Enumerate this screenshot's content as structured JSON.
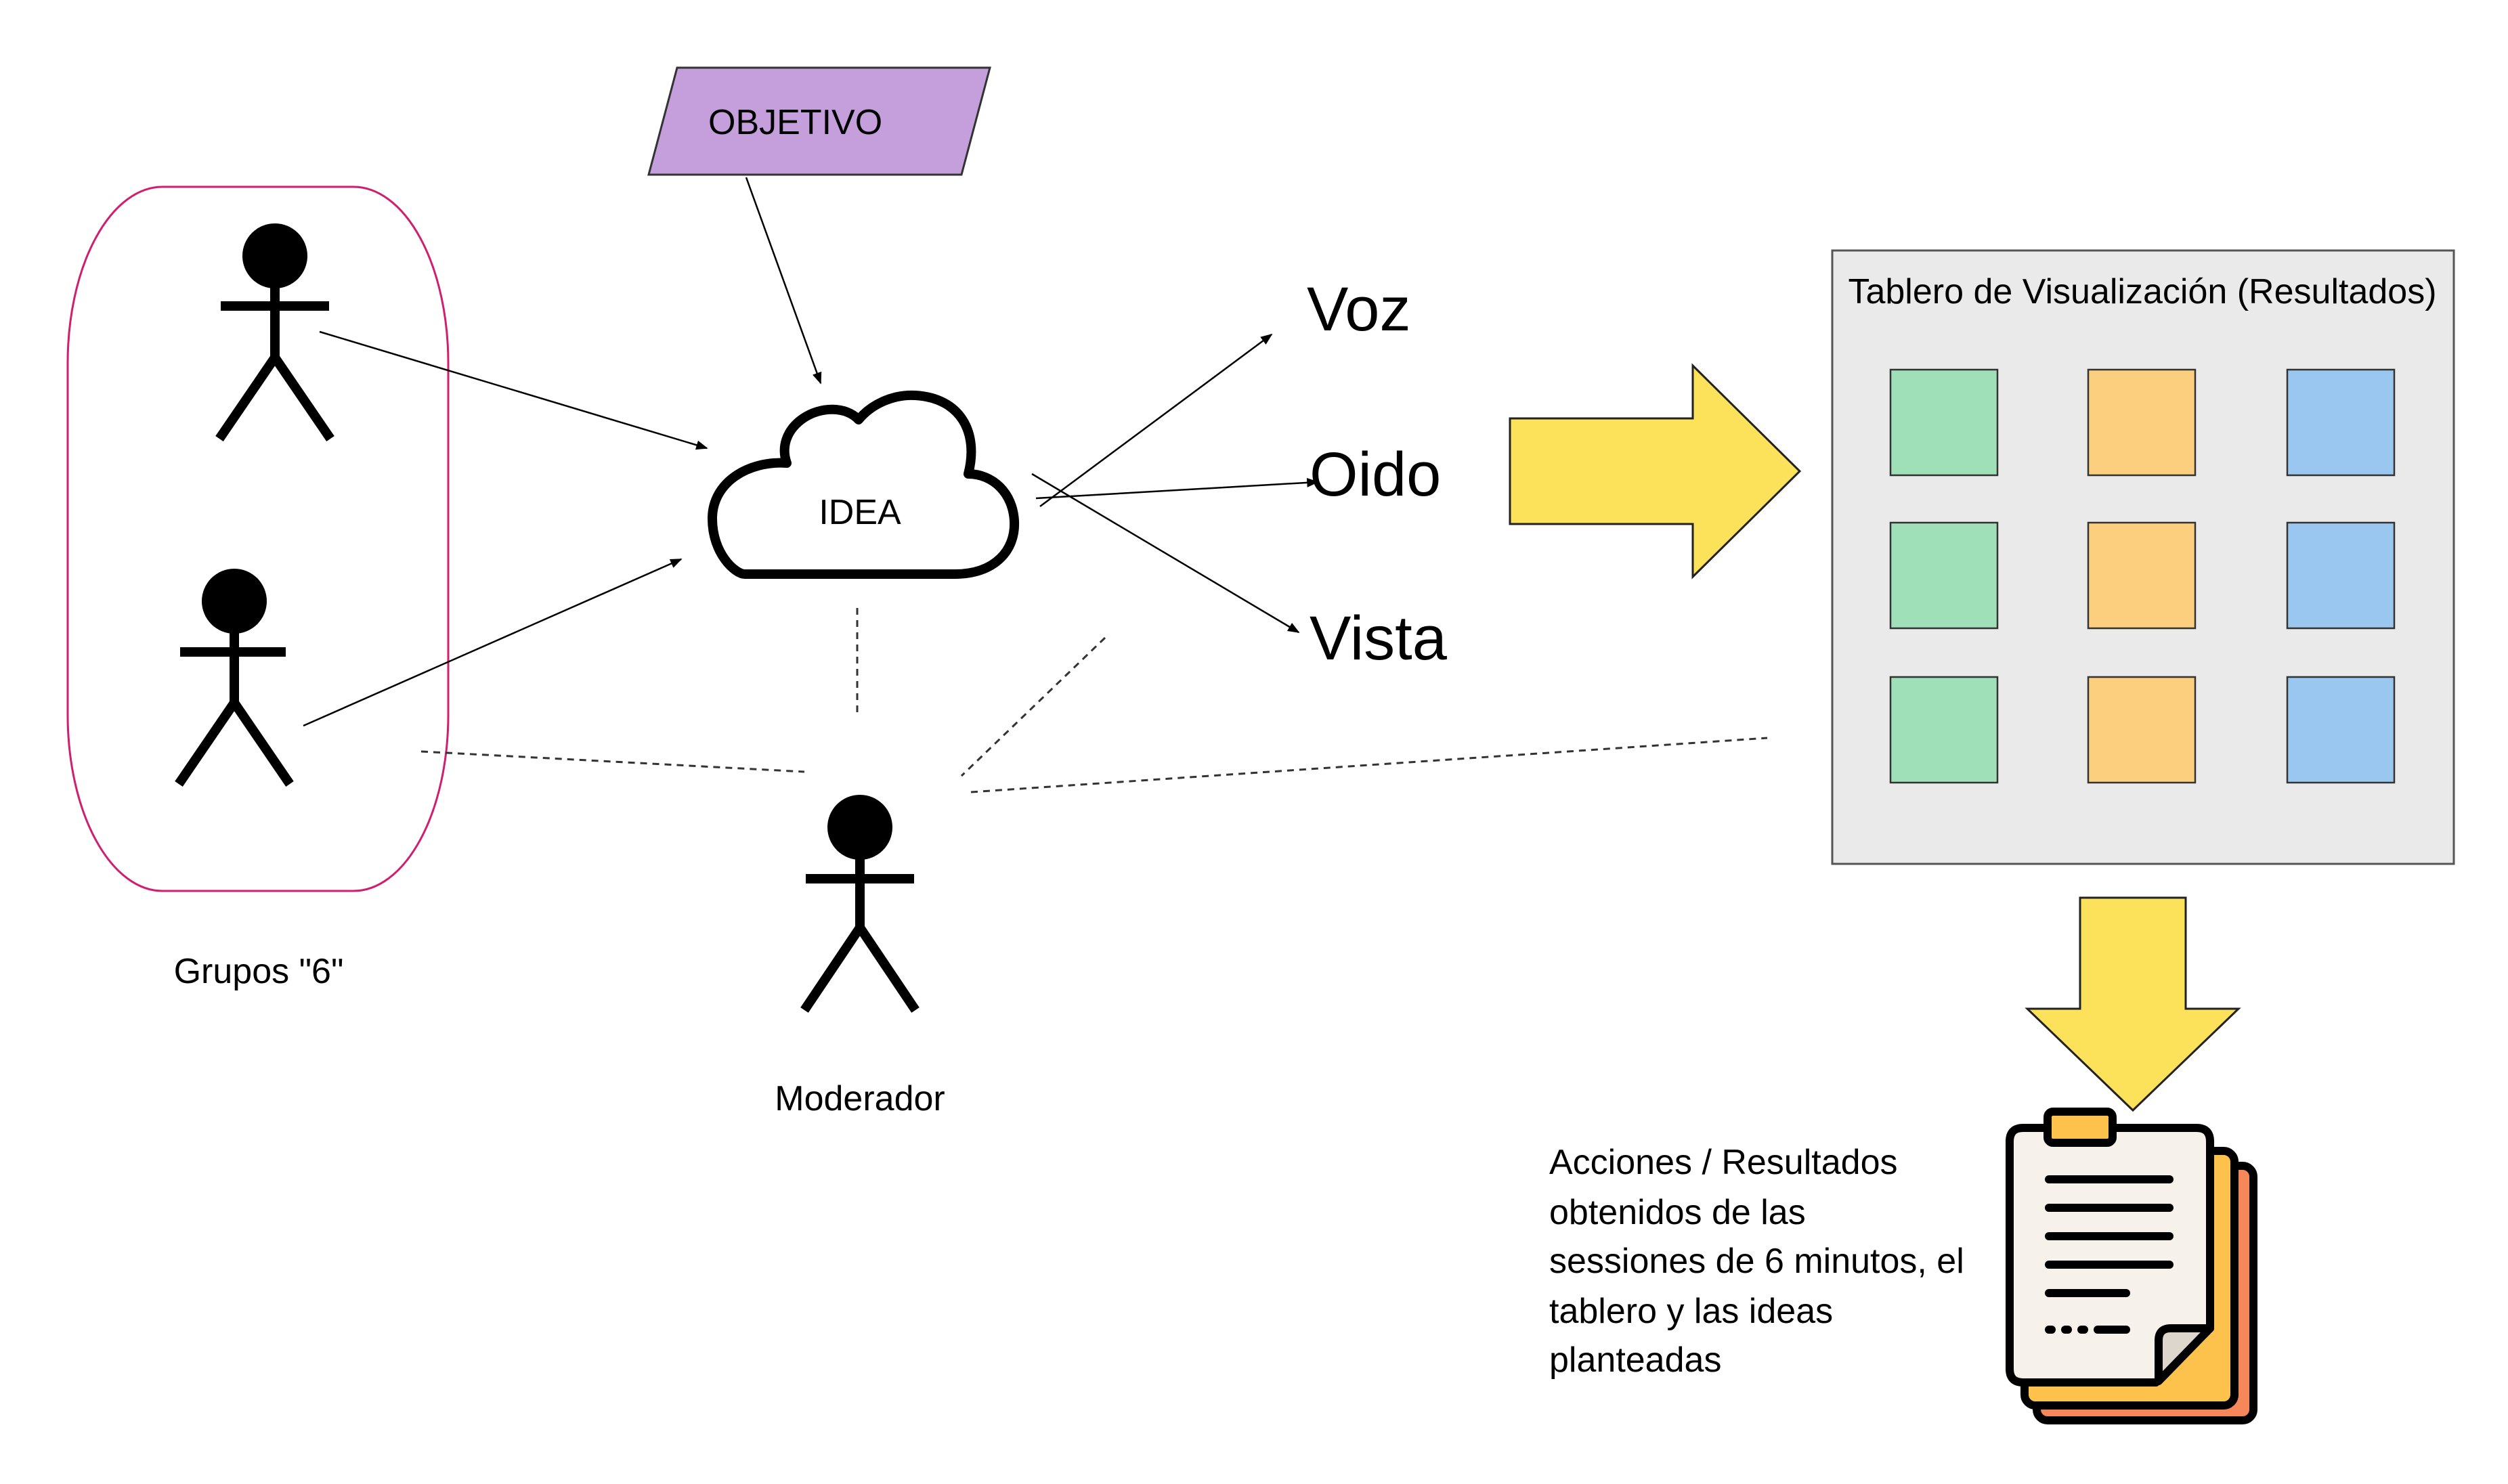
{
  "objective": {
    "label": "OBJETIVO"
  },
  "idea": {
    "label": "IDEA"
  },
  "senses": {
    "voice": "Voz",
    "hearing": "Oido",
    "sight": "Vista"
  },
  "group": {
    "label": "Grupos \"6\""
  },
  "moderator": {
    "label": "Moderador"
  },
  "board": {
    "title": "Tablero de Visualización (Resultados)",
    "note_colors": [
      "#9fe0b8",
      "#fbcf7e",
      "#99c7ef"
    ]
  },
  "results": {
    "lines": [
      "Acciones / Resultados",
      "obtenidos de las",
      "sessiones de 6 minutos, el",
      "tablero y las ideas",
      "planteadas"
    ]
  },
  "colors": {
    "objective_fill": "#c59fdb",
    "group_border": "#cf1f6e",
    "arrow_fill": "#fce15a",
    "board_fill": "#eaeaea"
  },
  "icons": [
    "stick-figure-icon",
    "cloud-icon",
    "arrow-right-icon",
    "arrow-down-icon",
    "clipboard-documents-icon"
  ]
}
